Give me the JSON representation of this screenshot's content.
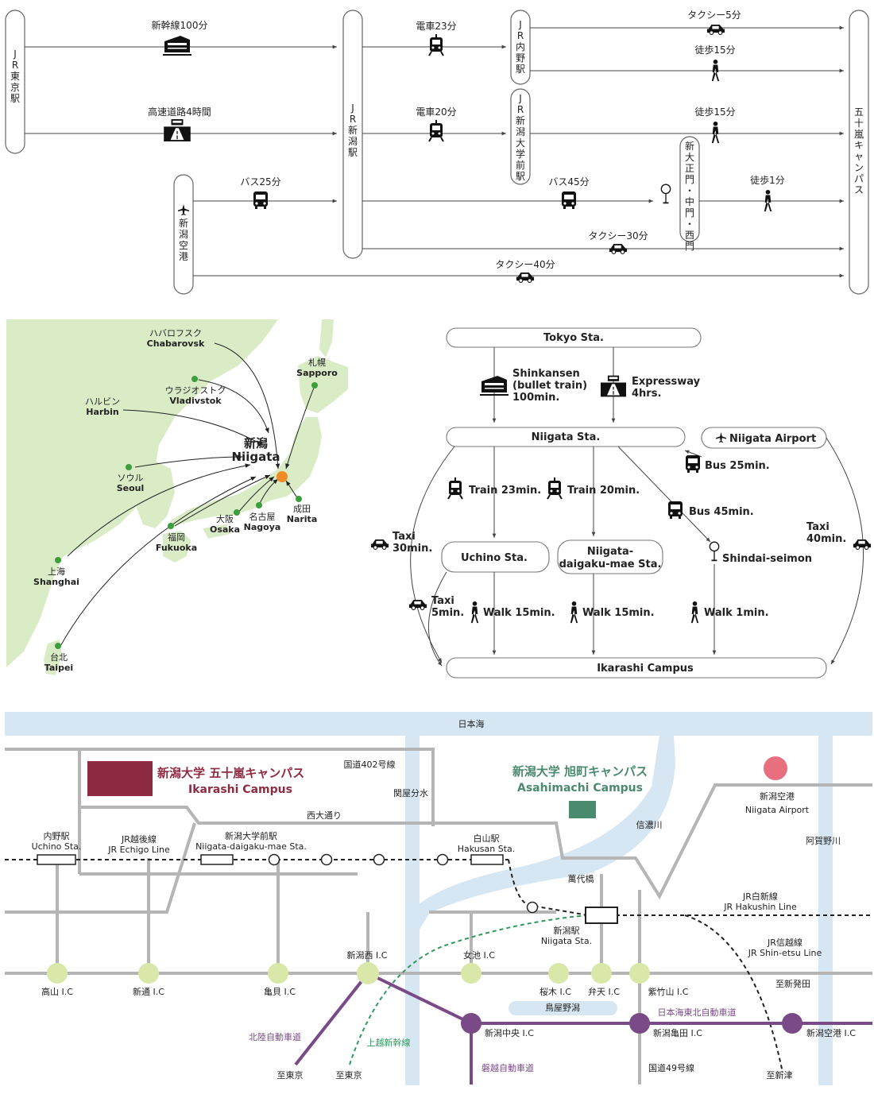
{
  "access_chart": {
    "jr_tokyo": "JR東京駅",
    "jr_niigata": "JR新潟駅",
    "niigata_airport": "新潟空港",
    "jr_uchino": "JR内野駅",
    "jr_niigata_daigaku_mae": "JR新潟大学前駅",
    "shindai_gates": "新大正門・中門・西門",
    "ikarashi_campus": "五十嵐キャンパス",
    "shinkansen": "新幹線100分",
    "expressway": "高速道路4時間",
    "bus_airport": "バス25分",
    "train_uchino": "電車23分",
    "train_daigakumae": "電車20分",
    "bus_gate": "バス45分",
    "taxi_station": "タクシー30分",
    "taxi_airport": "タクシー40分",
    "taxi_uchino": "タクシー5分",
    "walk_uchino": "徒歩15分",
    "walk_daigakumae": "徒歩15分",
    "walk_gate": "徒歩1分"
  },
  "region_map": {
    "niigata_ja": "新潟",
    "niigata_en": "Niigata",
    "cities": [
      {
        "ja": "ハバロフスク",
        "en": "Chabarovsk"
      },
      {
        "ja": "ウラジオストク",
        "en": "Vladivstok"
      },
      {
        "ja": "ハルビン",
        "en": "Harbin"
      },
      {
        "ja": "ソウル",
        "en": "Seoul"
      },
      {
        "ja": "上海",
        "en": "Shanghai"
      },
      {
        "ja": "台北",
        "en": "Taipei"
      },
      {
        "ja": "福岡",
        "en": "Fukuoka"
      },
      {
        "ja": "大阪",
        "en": "Osaka"
      },
      {
        "ja": "名古屋",
        "en": "Nagoya"
      },
      {
        "ja": "成田",
        "en": "Narita"
      },
      {
        "ja": "札幌",
        "en": "Sapporo"
      }
    ]
  },
  "english_chart": {
    "tokyo": "Tokyo Sta.",
    "shinkansen": [
      "Shinkansen",
      "(bullet train)",
      "100min."
    ],
    "expressway": [
      "Expressway",
      "4hrs."
    ],
    "niigata": "Niigata Sta.",
    "airport": "Niigata Airport",
    "bus25": "Bus 25min.",
    "train23": "Train 23min.",
    "train20": "Train 20min.",
    "bus45": "Bus 45min.",
    "taxi30": [
      "Taxi",
      "30min."
    ],
    "taxi40": [
      "Taxi",
      "40min."
    ],
    "uchino": "Uchino Sta.",
    "daigakumae": [
      "Niigata-",
      "daigaku-mae Sta."
    ],
    "shindai": "Shindai-seimon",
    "taxi5": [
      "Taxi",
      "5min."
    ],
    "walk15a": "Walk 15min.",
    "walk15b": "Walk 15min.",
    "walk1": "Walk 1min.",
    "campus": "Ikarashi Campus"
  },
  "local_map": {
    "sea": "日本海",
    "ikarashi_ja": "新潟大学 五十嵐キャンパス",
    "ikarashi_en": "Ikarashi Campus",
    "asahimachi_ja": "新潟大学 旭町キャンパス",
    "asahimachi_en": "Asahimachi Campus",
    "airport_ja": "新潟空港",
    "airport_en": "Niigata Airport",
    "route402": "国道402号線",
    "sekiya": "関屋分水",
    "nishi_dori": "西大通り",
    "shinano": "信濃川",
    "aganogawa": "阿賀野川",
    "bandai": "萬代橋",
    "uchino_ja": "内野駅",
    "uchino_en": "Uchino Sta.",
    "echigo_ja": "JR越後線",
    "echigo_en": "JR Echigo Line",
    "daigakumae_ja": "新潟大学前駅",
    "daigakumae_en": "Niigata-daigaku-mae Sta.",
    "hakusan_ja": "白山駅",
    "hakusan_en": "Hakusan Sta.",
    "niigata_ja": "新潟駅",
    "niigata_en": "Niigata Sta.",
    "hakushin_ja": "JR白新線",
    "hakushin_en": "JR Hakushin Line",
    "shinetsu_ja": "JR信越線",
    "shinetsu_en": "JR Shin-etsu Line",
    "ic_takayama": "高山 I.C",
    "ic_shindori": "新通 I.C",
    "ic_kameido": "亀貝 I.C",
    "ic_niigatanishi": "新潟西 I.C",
    "ic_meike": "女池 I.C",
    "ic_sakuragi": "桜木 I.C",
    "ic_benten": "弁天 I.C",
    "ic_shichikuyama": "紫竹山 I.C",
    "ic_chuo": "新潟中央 I.C",
    "ic_kameda": "新潟亀田 I.C",
    "ic_airport": "新潟空港 I.C",
    "toyano": "鳥屋野潟",
    "hokuriku": "北陸自動車道",
    "joetsu": "上越新幹線",
    "banetsu": "磐越自動車道",
    "nihonkai": "日本海東北自動車道",
    "route49": "国道49号線",
    "to_shibata": "至新発田",
    "to_tokyo1": "至東京",
    "to_tokyo2": "至東京",
    "to_niitsu": "至新津",
    "colors": {
      "ikarashi": "#8f2b41",
      "asahimachi": "#4a8a6e",
      "expressway": "#7a4a86",
      "ic": "#d9e8a8",
      "road": "#b5b5b5",
      "water": "#d6e6f3"
    }
  }
}
